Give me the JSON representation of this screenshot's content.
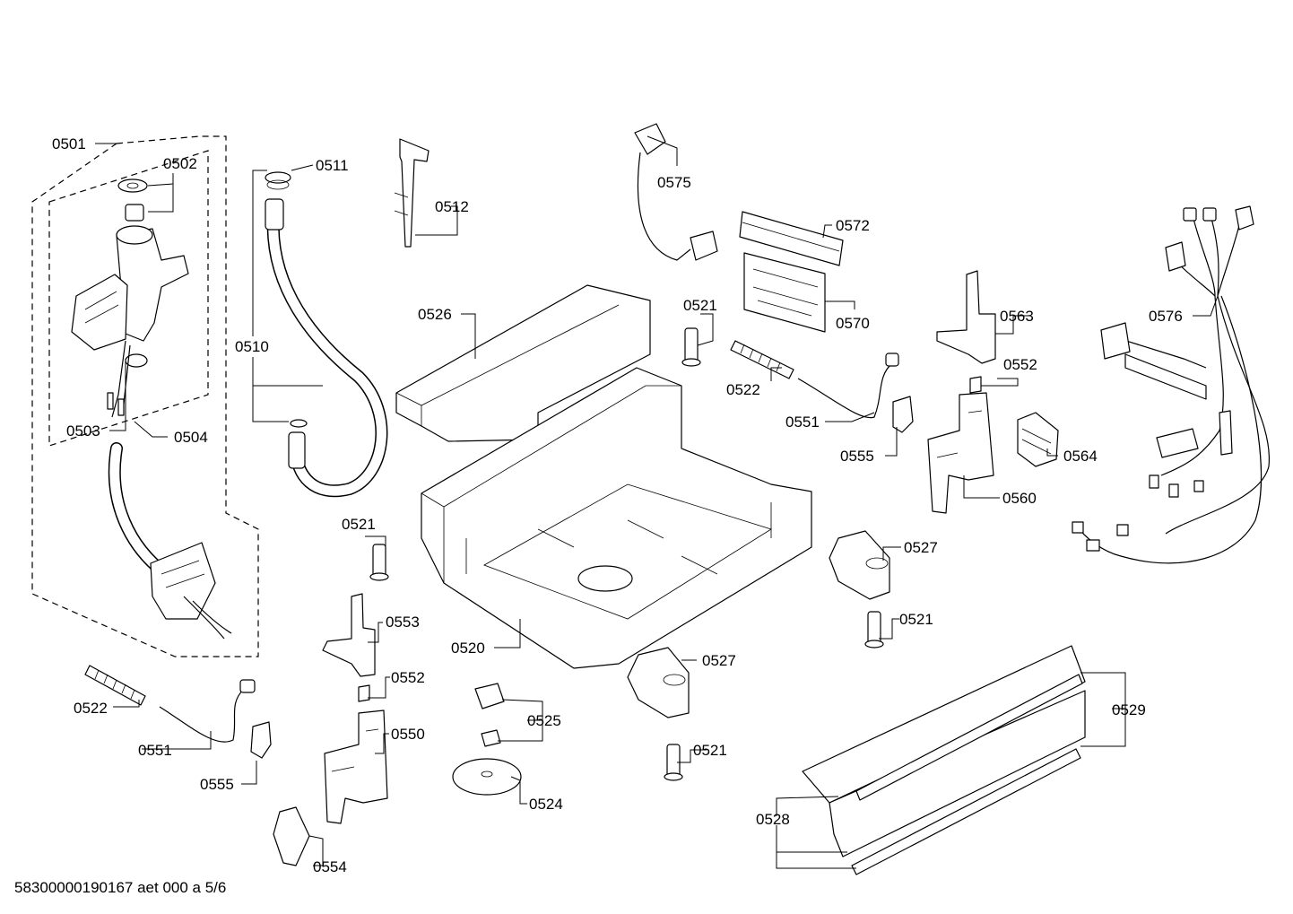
{
  "drawing": {
    "footer_code": "58300000190167 aet 000 a 5/6"
  },
  "parts": {
    "p0501": "0501",
    "p0502": "0502",
    "p0503": "0503",
    "p0504": "0504",
    "p0510": "0510",
    "p0511": "0511",
    "p0512": "0512",
    "p0520": "0520",
    "p0521": "0521",
    "p0522": "0522",
    "p0524": "0524",
    "p0525": "0525",
    "p0526": "0526",
    "p0527": "0527",
    "p0528": "0528",
    "p0529": "0529",
    "p0550": "0550",
    "p0551": "0551",
    "p0552": "0552",
    "p0553": "0553",
    "p0554": "0554",
    "p0555": "0555",
    "p0560": "0560",
    "p0563": "0563",
    "p0564": "0564",
    "p0570": "0570",
    "p0572": "0572",
    "p0575": "0575",
    "p0576": "0576"
  }
}
